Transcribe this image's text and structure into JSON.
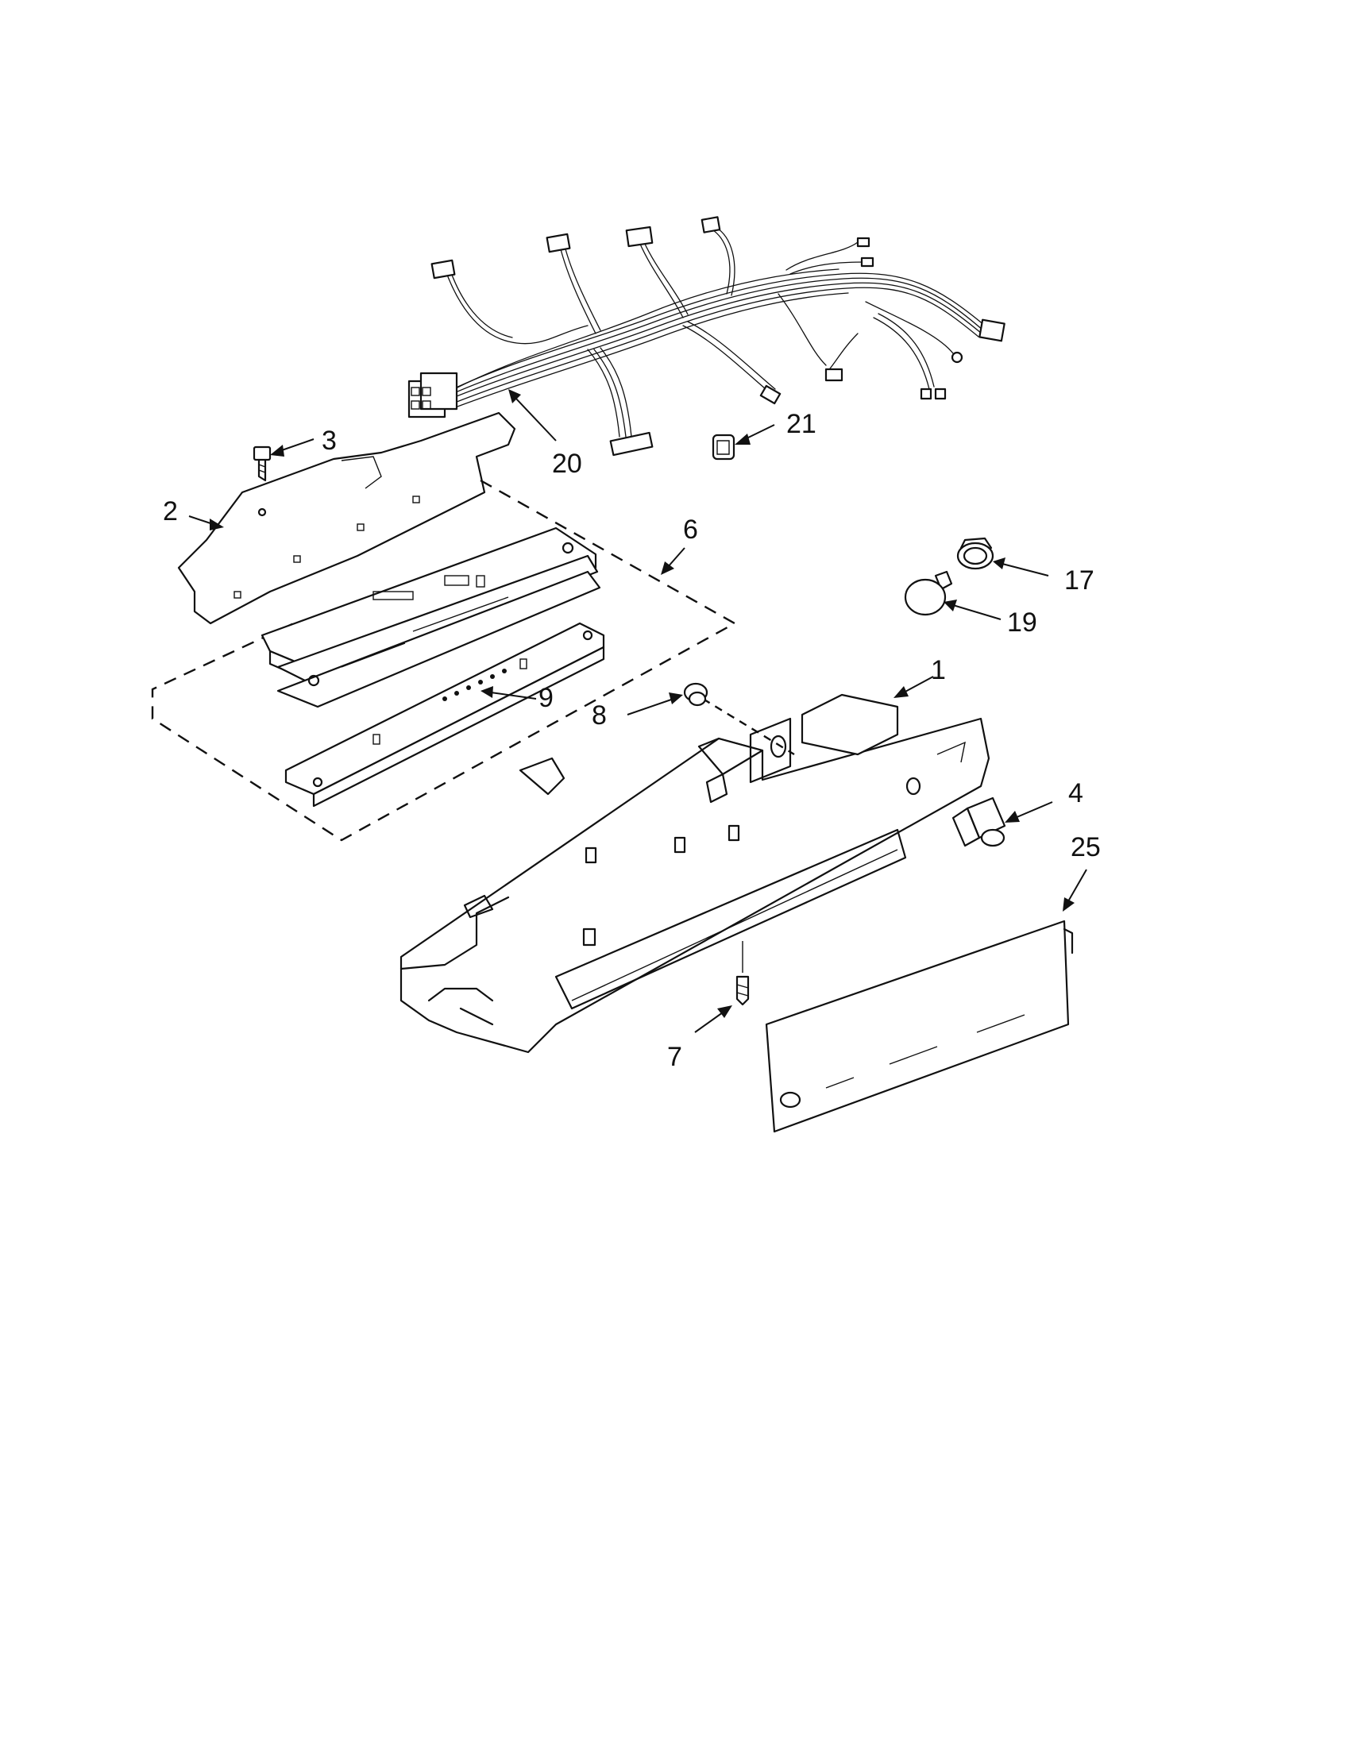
{
  "callouts": [
    {
      "id": "1",
      "label": "1"
    },
    {
      "id": "2",
      "label": "2"
    },
    {
      "id": "3",
      "label": "3"
    },
    {
      "id": "4",
      "label": "4"
    },
    {
      "id": "6",
      "label": "6"
    },
    {
      "id": "7",
      "label": "7"
    },
    {
      "id": "8",
      "label": "8"
    },
    {
      "id": "9",
      "label": "9"
    },
    {
      "id": "17",
      "label": "17"
    },
    {
      "id": "19",
      "label": "19"
    },
    {
      "id": "20",
      "label": "20"
    },
    {
      "id": "21",
      "label": "21"
    },
    {
      "id": "25",
      "label": "25"
    }
  ]
}
